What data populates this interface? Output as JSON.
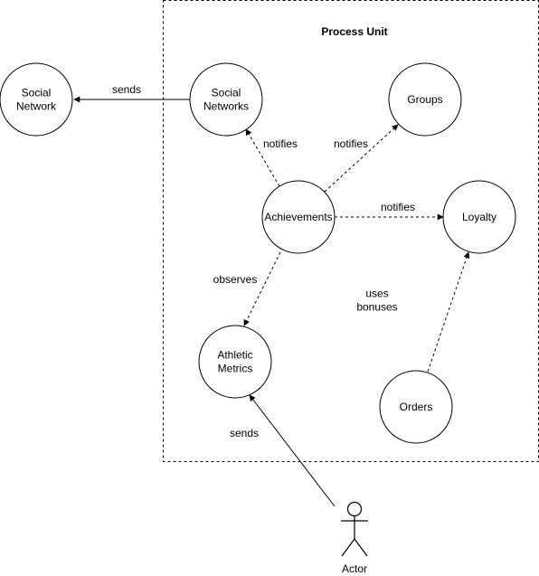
{
  "diagram": {
    "boundary_title": "Process Unit",
    "nodes": {
      "social_network_external": {
        "lines": [
          "Social",
          "Network"
        ]
      },
      "social_networks": {
        "lines": [
          "Social",
          "Networks"
        ]
      },
      "groups": {
        "lines": [
          "Groups"
        ]
      },
      "achievements": {
        "lines": [
          "Achievements"
        ]
      },
      "loyalty": {
        "lines": [
          "Loyalty"
        ]
      },
      "athletic_metrics": {
        "lines": [
          "Athletic",
          "Metrics"
        ]
      },
      "orders": {
        "lines": [
          "Orders"
        ]
      }
    },
    "actor": {
      "label": "Actor"
    },
    "edges": {
      "sends_social": {
        "lines": [
          "sends"
        ]
      },
      "notifies_social": {
        "lines": [
          "notifies"
        ]
      },
      "notifies_groups": {
        "lines": [
          "notifies"
        ]
      },
      "notifies_loyalty": {
        "lines": [
          "notifies"
        ]
      },
      "observes": {
        "lines": [
          "observes"
        ]
      },
      "uses_bonuses": {
        "lines": [
          "uses",
          "bonuses"
        ]
      },
      "sends_actor": {
        "lines": [
          "sends"
        ]
      }
    },
    "colors": {
      "stroke": "#000000",
      "fill": "#ffffff"
    }
  }
}
